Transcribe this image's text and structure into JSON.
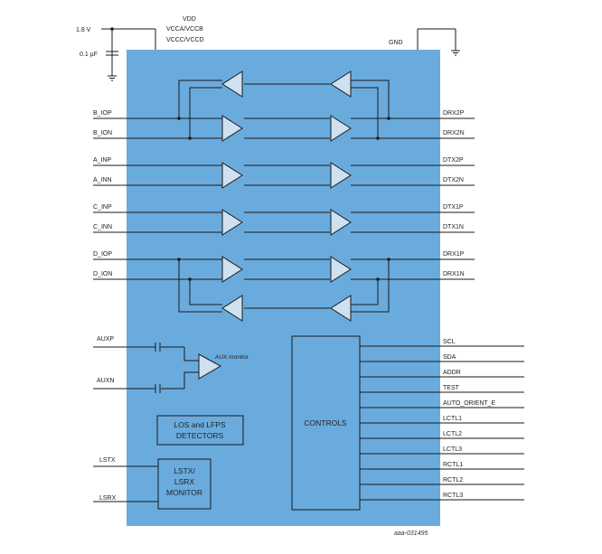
{
  "diagram": {
    "colors": {
      "chip_fill": "#6aabdd",
      "buffer_fill": "#cfe0ee",
      "wire": "#1a1a1a"
    },
    "supply": {
      "voltage": "1.8 V",
      "vdd_labels": [
        "VDD",
        "VCCA/VCCB",
        "VCCC/VCCD"
      ],
      "capacitor": "0.1 µF",
      "gnd": "GND"
    },
    "left_pins": {
      "high_speed": [
        "B_IOP",
        "B_ION",
        "A_INP",
        "A_INN",
        "C_INP",
        "C_INN",
        "D_IOP",
        "D_ION"
      ],
      "aux": [
        "AUXP",
        "AUXN"
      ],
      "ls": [
        "LSTX",
        "LSRX"
      ]
    },
    "right_pins": {
      "high_speed": [
        "DRX2P",
        "DRX2N",
        "DTX2P",
        "DTX2N",
        "DTX1P",
        "DTX1N",
        "DRX1P",
        "DRX1N"
      ],
      "controls": [
        "SCL",
        "SDA",
        "ADDR",
        "TEST",
        "AUTO_ORIENT_E",
        "LCTL1",
        "LCTL2",
        "LCTL3",
        "RCTL1",
        "RCTL2",
        "RCTL3"
      ]
    },
    "blocks": {
      "aux_monitor": "AUX monitor",
      "los_lfps": [
        "LOS and LFPS",
        "DETECTORS"
      ],
      "lstx_lsrx": [
        "LSTX/",
        "LSRX",
        "MONITOR"
      ],
      "controls": "CONTROLS"
    },
    "figure_id": "aaa-031495"
  }
}
